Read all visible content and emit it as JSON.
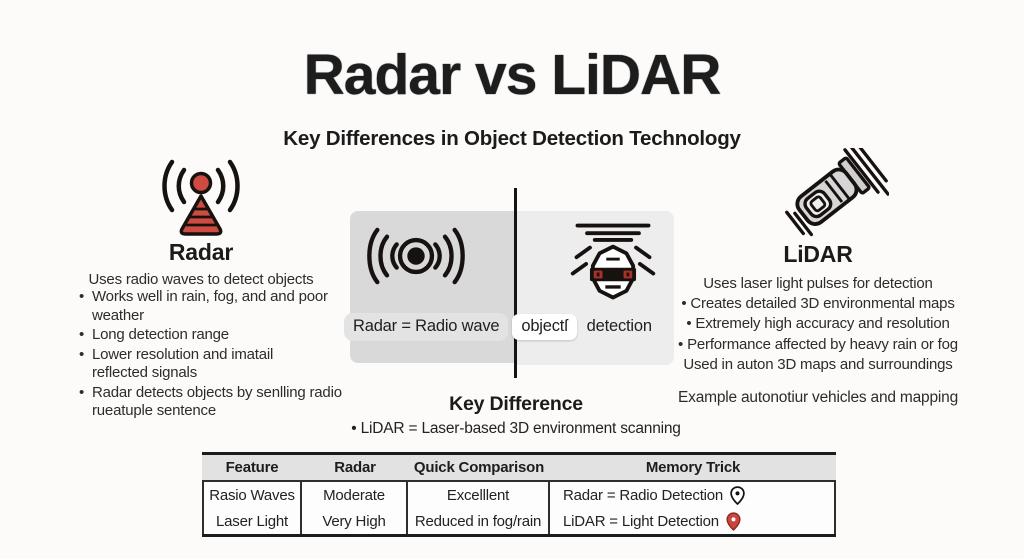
{
  "page": {
    "title": "Radar vs LiDAR",
    "subtitle": "Key Differences in Object Detection Technology"
  },
  "radar_section": {
    "heading": "Radar",
    "intro": "Uses radio waves to detect objects",
    "bullets": [
      "Works well in rain, fog, and and poor weather",
      "Long detection range",
      "Lower resolution and imatail reflected signals",
      "Radar detects objects by senlling radio rueatuple sentence"
    ]
  },
  "center_diagram": {
    "caption_prefix": "Radar = Radio wave",
    "caption_highlight": "objectſ",
    "caption_suffix": "detection",
    "left_icon": "radio-wave-icon",
    "right_icon": "vehicle-lidar-sensor-icon"
  },
  "lidar_section": {
    "heading": "LiDAR",
    "intro": "Uses laser light pulses for detection",
    "bullets": [
      "Creates detailed 3D environmental maps",
      "Extremely high accuracy and resolution",
      "Performance affected by heavy rain or fog"
    ],
    "note": "Used in auton 3D maps and surroundings",
    "example": "Example autonotiur vehicles and mapping"
  },
  "key_difference": {
    "heading": "Key Difference",
    "bullet": "LiDAR = Laser-based 3D environment scanning"
  },
  "comparison_table": {
    "headers": [
      "Feature",
      "Radar",
      "Quick Comparison",
      "Memory Trick"
    ],
    "rows": [
      {
        "feature": "Rasio Waves",
        "radar": "Moderate",
        "comparison": "Excelllent",
        "memory": "Radar = Radio Detection",
        "pin": "black-location-pin"
      },
      {
        "feature": "Laser Light",
        "radar": "Very High",
        "comparison": "Reduced in fog/rain",
        "memory": "LiDAR = Light Detection",
        "pin": "red-location-pin"
      }
    ]
  },
  "colors": {
    "accent_red": "#c9453e",
    "panel_gray": "#d9d9d9",
    "panel_light_gray": "#ededed",
    "table_header_gray": "#e2e2e2",
    "ink": "#17120f"
  }
}
